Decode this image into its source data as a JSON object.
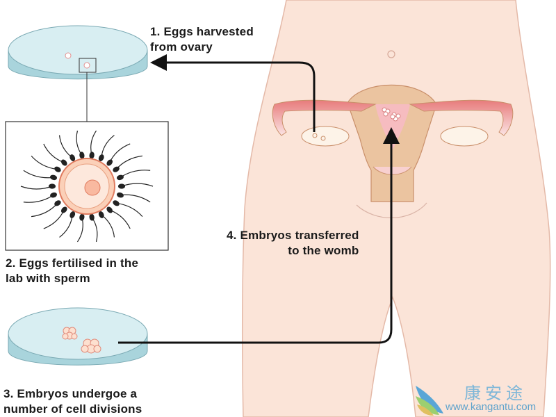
{
  "steps": [
    {
      "line1": "1. Eggs harvested",
      "line2": "from ovary"
    },
    {
      "line1": "2. Eggs fertilised in the",
      "line2": "lab with sperm"
    },
    {
      "line1": "3. Embryos undergoe a",
      "line2": "number of cell divisions"
    },
    {
      "line1": "4. Embryos transferred",
      "line2": "to the womb"
    }
  ],
  "watermark": {
    "chinese": "康安途",
    "url": "www.kangantu.com"
  },
  "colors": {
    "skin": "#fbe4d8",
    "uterus": "#ebc4a0",
    "tube": "#e88a8a",
    "dish": "#bfe0e6",
    "arrow": "#111111"
  }
}
